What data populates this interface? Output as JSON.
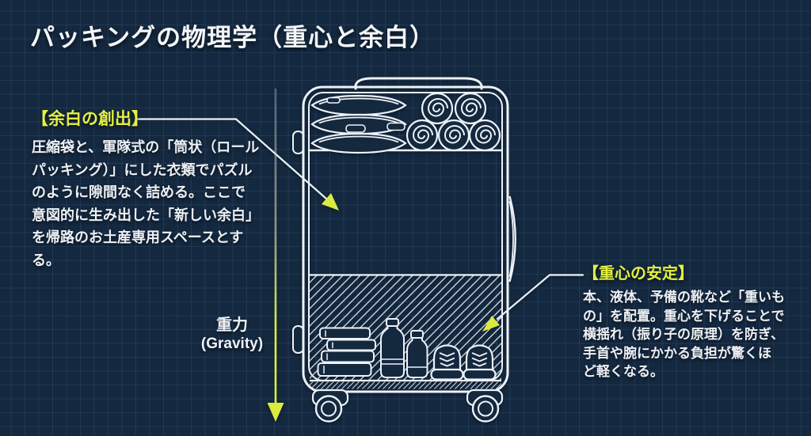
{
  "title": "パッキングの物理学（重心と余白）",
  "colors": {
    "background": "#14283f",
    "grid_line": "#3c5a7d",
    "line_white": "#edf2f8",
    "accent": "#dcea3f",
    "heading_yellow": "#e3f043"
  },
  "annotations": {
    "left": {
      "heading": "【余白の創出】",
      "body": "圧縮袋と、軍隊式の「筒状（ロール\nパッキング）」にした衣類でパズル\nのように隙間なく詰める。ここで\n意図的に生み出した「新しい余白」\nを帰路のお土産専用スペースとす\nる。"
    },
    "right": {
      "heading": "【重心の安定】",
      "body": "本、液体、予備の靴など「重いも\nの」を配置。重心を下げることで\n横揺れ（振り子の原理）を防ぎ、\n手首や腕にかかる負担が驚くほ\nど軽くなる。"
    }
  },
  "gravity": {
    "label_ja": "重力",
    "label_en": "(Gravity)"
  },
  "diagram": {
    "type": "suitcase-cross-section-blueprint",
    "zones": {
      "top": "compression bags and rolled clothing packed tightly",
      "middle": "empty space (new margin for souvenirs)",
      "bottom": "heavy items zone (hatched): books, bottles, shoes"
    },
    "icons": [
      "suitcase-icon",
      "suitcase-handle-icon",
      "compression-bag-icon",
      "rolled-clothes-icon",
      "book-stack-icon",
      "water-bottle-icon",
      "sneaker-icon",
      "caster-wheel-icon",
      "side-handle-icon",
      "leader-arrow-icon",
      "gravity-arrow-icon"
    ]
  }
}
